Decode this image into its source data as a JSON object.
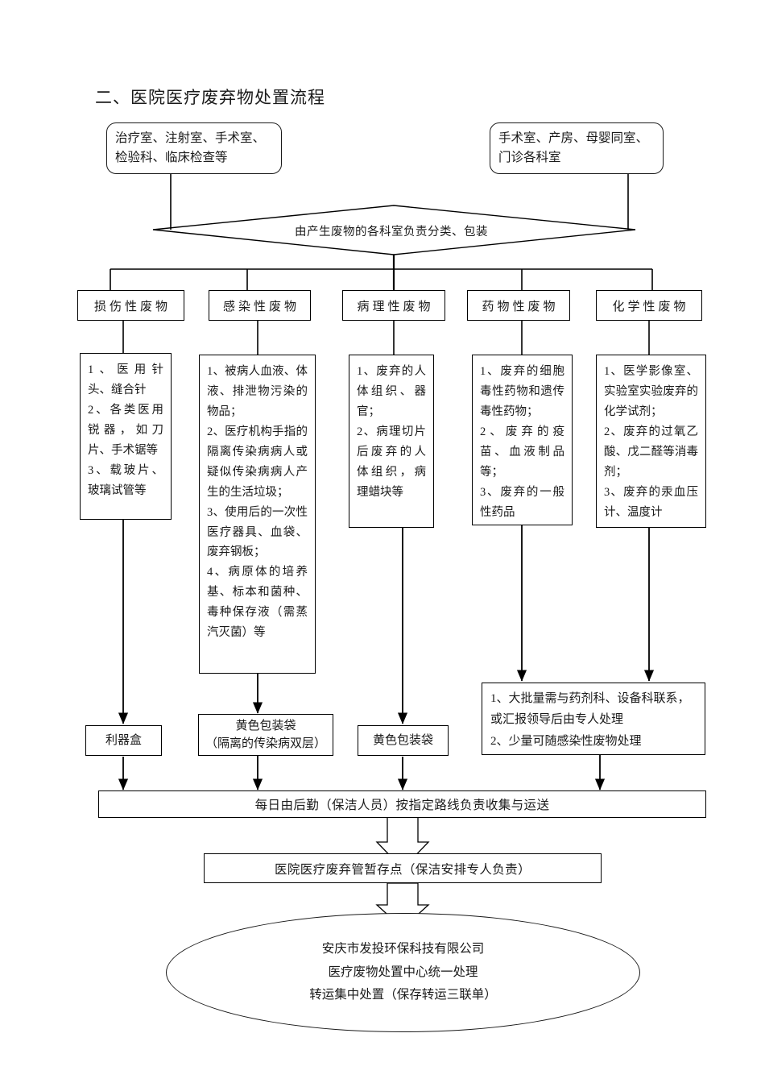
{
  "title": "二、医院医疗废弃物处置流程",
  "sources": [
    {
      "id": "source-left",
      "text": "治疗室、注射室、手术室、检验科、临床检查等"
    },
    {
      "id": "source-right",
      "text": "手术室、产房、母婴同室、门诊各科室"
    }
  ],
  "classify": {
    "label": "由产生废物的各科室负责分类、包装"
  },
  "categories": [
    {
      "id": "cat-injurious",
      "label": "损伤性废物"
    },
    {
      "id": "cat-infectious",
      "label": "感染性废物"
    },
    {
      "id": "cat-pathological",
      "label": "病理性废物"
    },
    {
      "id": "cat-pharmaceutical",
      "label": "药物性废物"
    },
    {
      "id": "cat-chemical",
      "label": "化学性废物"
    }
  ],
  "details": [
    {
      "id": "detail-injurious",
      "lines": [
        "1、医用针头、缝合针",
        "2、各类医用锐器，如刀片、手术锯等",
        "3、载玻片、玻璃试管等"
      ]
    },
    {
      "id": "detail-infectious",
      "lines": [
        "1、被病人血液、体液、排泄物污染的物品；",
        "2、医疗机构手指的隔离传染病病人或疑似传染病病人产生的生活垃圾；",
        "3、使用后的一次性医疗器具、血袋、废弃钢板；",
        "4、病原体的培养基、标本和菌种、毒种保存液（需蒸汽灭菌）等"
      ]
    },
    {
      "id": "detail-pathological",
      "lines": [
        "1、废弃的人体组织、器官；",
        "2、病理切片后废弃的人体组织，病理蜡块等"
      ]
    },
    {
      "id": "detail-pharmaceutical",
      "lines": [
        "1、废弃的细胞毒性药物和遗传毒性药物；",
        "2、废弃的疫苗、血液制品等；",
        "3、废弃的一般性药品"
      ]
    },
    {
      "id": "detail-chemical",
      "lines": [
        "1、医学影像室、实验室实验废弃的化学试剂；",
        "2、废弃的过氧乙酸、戊二醛等消毒剂；",
        "3、废弃的汞血压计、温度计"
      ]
    }
  ],
  "containers": [
    {
      "id": "container-sharps",
      "line1": "利器盒",
      "line2": ""
    },
    {
      "id": "container-yellow-double",
      "line1": "黄色包装袋",
      "line2": "（隔离的传染病双层）"
    },
    {
      "id": "container-yellow",
      "line1": "黄色包装袋",
      "line2": ""
    }
  ],
  "special_handling": {
    "id": "special-handling",
    "lines": [
      "1、大批量需与药剂科、设备科联系，或汇报领导后由专人处理",
      "2、少量可随感染性废物处理"
    ]
  },
  "stages": [
    {
      "id": "stage-collection",
      "label": "每日由后勤（保洁人员）按指定路线负责收集与运送"
    },
    {
      "id": "stage-storage",
      "label": "医院医疗废弃管暂存点（保洁安排专人负责）"
    }
  ],
  "final": {
    "id": "final-disposal",
    "lines": [
      "安庆市发投环保科技有限公司",
      "医疗废物处置中心统一处理",
      "转运集中处置（保存转运三联单）"
    ]
  }
}
